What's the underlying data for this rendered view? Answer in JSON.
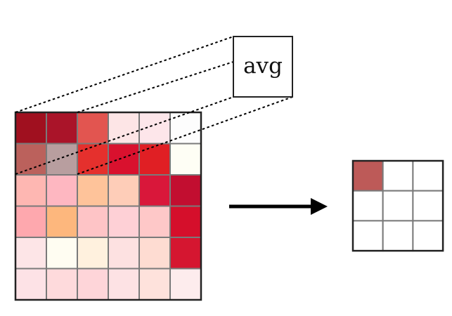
{
  "operation": {
    "label": "avg"
  },
  "input_grid": {
    "rows": 6,
    "cols": 6,
    "cell_colors": [
      [
        "#a0101f",
        "#aa1429",
        "#e25550",
        "#fde5e6",
        "#fde6ea",
        "#fdfdfd"
      ],
      [
        "#bb615c",
        "#b89e9f",
        "#e5302d",
        "#d9112e",
        "#e01f24",
        "#fefef5"
      ],
      [
        "#feb7b2",
        "#feb7c1",
        "#fec39a",
        "#fecdb8",
        "#d9173a",
        "#c20e30"
      ],
      [
        "#fea8ae",
        "#fdb77d",
        "#fec4c6",
        "#fed0d6",
        "#fec8c8",
        "#d50f2b"
      ],
      [
        "#fde5e7",
        "#fffdf2",
        "#fff1de",
        "#fde1e1",
        "#fedcd2",
        "#d51630"
      ],
      [
        "#fde2e6",
        "#fedadc",
        "#fed5d9",
        "#fde2e4",
        "#fee2dc",
        "#fdeced"
      ]
    ]
  },
  "output_grid": {
    "rows": 3,
    "cols": 3,
    "cell_colors": [
      [
        "#bd5a58",
        "#ffffff",
        "#ffffff"
      ],
      [
        "#ffffff",
        "#ffffff",
        "#ffffff"
      ],
      [
        "#ffffff",
        "#ffffff",
        "#ffffff"
      ]
    ]
  },
  "colors": {
    "grid_line": "#7a7a7a",
    "border": "#222222",
    "arrow": "#000000",
    "dashed_line": "#000000"
  }
}
